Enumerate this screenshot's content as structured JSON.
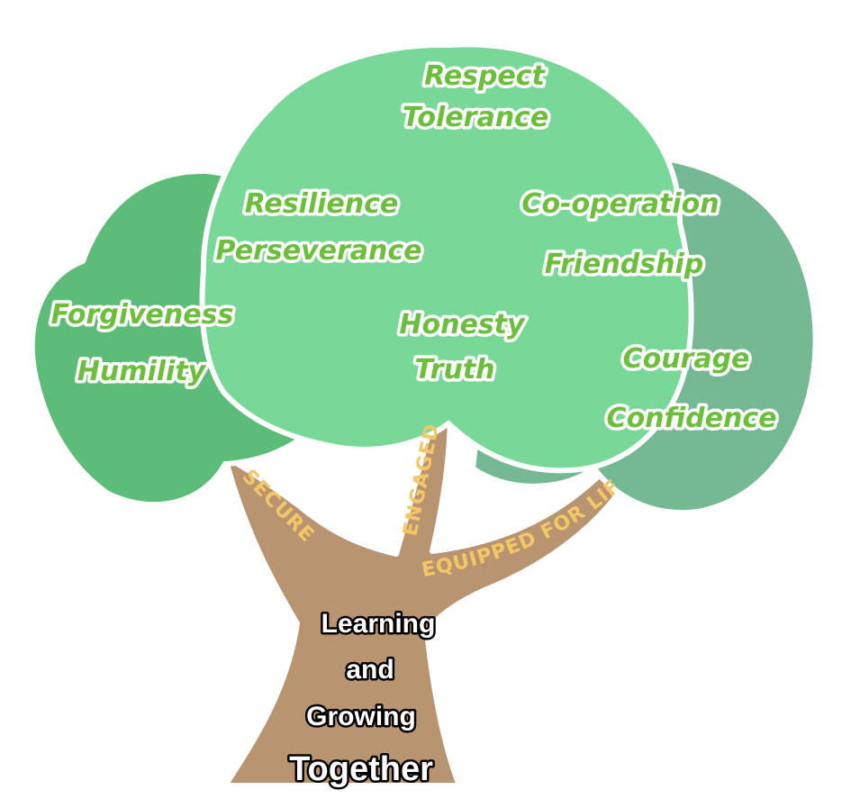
{
  "values": {
    "top": [
      "Respect",
      "Tolerance"
    ],
    "center_left": [
      "Resilience",
      "Perseverance"
    ],
    "center_right": [
      "Co-operation",
      "Friendship"
    ],
    "left": [
      "Forgiveness",
      "Humility"
    ],
    "center": [
      "Honesty",
      "Truth"
    ],
    "right": [
      "Courage",
      "Confidence"
    ]
  },
  "branches": {
    "left": "SECURE",
    "middle": "ENGAGED",
    "right": "EQUIPPED FOR LIFE"
  },
  "trunk": [
    "Learning",
    "and",
    "Growing",
    "Together"
  ],
  "colors": {
    "canopy_main": "#78d897",
    "canopy_left": "#5cbd78",
    "canopy_right": "#74b993",
    "trunk": "#b89570",
    "trunk_outline": "#ffffff",
    "value_text": "#6cbf3c",
    "branch_text": "#f4c766"
  }
}
